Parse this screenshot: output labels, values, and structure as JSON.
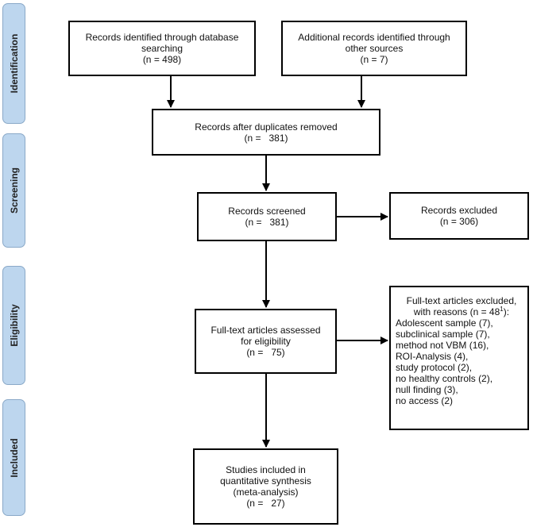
{
  "stages": {
    "identification": "Identification",
    "screening": "Screening",
    "eligibility": "Eligibility",
    "included": "Included"
  },
  "boxes": {
    "database": {
      "line1": "Records identified through database",
      "line2": "searching",
      "line3": "(n = 498)"
    },
    "other": {
      "line1": "Additional records identified through",
      "line2": "other sources",
      "line3": "(n = 7)"
    },
    "duplicates": {
      "line1": "Records after duplicates removed",
      "line2": "(n =   381)"
    },
    "screened": {
      "line1": "Records screened",
      "line2": "(n =   381)"
    },
    "excluded": {
      "line1": "Records excluded",
      "line2": "(n = 306)"
    },
    "fulltext": {
      "line1": "Full-text articles assessed",
      "line2": "for eligibility",
      "line3": "(n =   75)"
    },
    "fulltext_excluded": {
      "title1": "Full-text articles excluded,",
      "title2_prefix": "with reasons (n = 48",
      "title2_sup": "1",
      "title2_suffix": "):",
      "reasons": [
        "Adolescent sample (7),",
        "subclinical sample (7),",
        "method not VBM (16),",
        "ROI-Analysis (4),",
        "study protocol (2),",
        "no healthy controls (2),",
        "null finding (3),",
        "no access (2)"
      ]
    },
    "included": {
      "line1": "Studies included in",
      "line2": "quantitative synthesis",
      "line3": "(meta-analysis)",
      "line4": "(n =   27)"
    }
  },
  "colors": {
    "stage_fill": "#bdd6ee",
    "stage_border": "#8aa9c8",
    "box_border": "#000000"
  }
}
